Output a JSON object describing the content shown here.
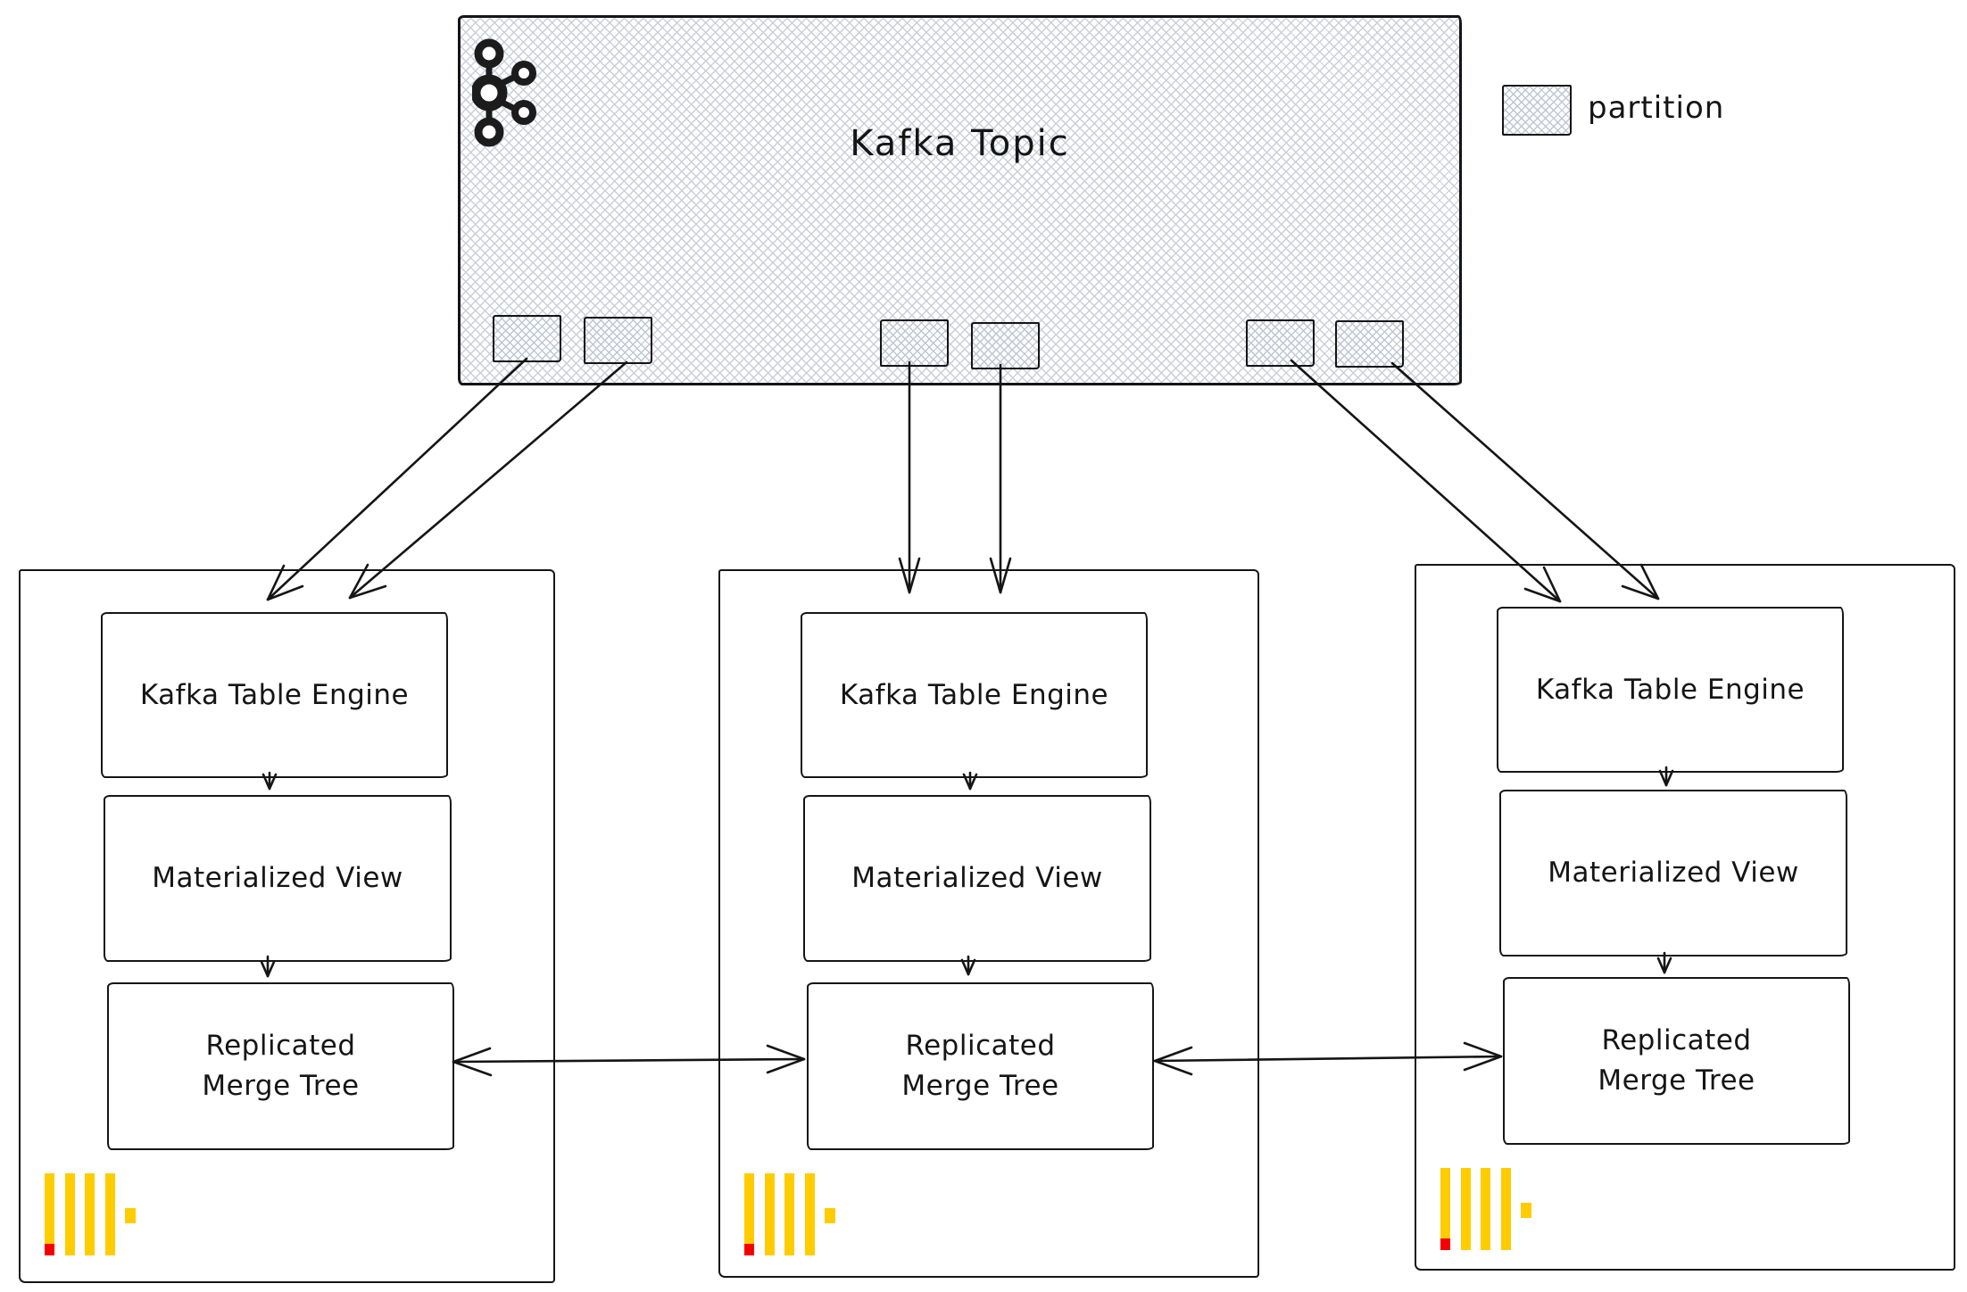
{
  "topic": {
    "title": "Kafka Topic",
    "partition_count": 6
  },
  "legend": {
    "label": "partition"
  },
  "nodes": [
    {
      "engine": "Kafka Table Engine",
      "view": "Materialized View",
      "merge_line1": "Replicated",
      "merge_line2": "Merge Tree"
    },
    {
      "engine": "Kafka Table Engine",
      "view": "Materialized View",
      "merge_line1": "Replicated",
      "merge_line2": "Merge Tree"
    },
    {
      "engine": "Kafka Table Engine",
      "view": "Materialized View",
      "merge_line1": "Replicated",
      "merge_line2": "Merge Tree"
    }
  ],
  "icons": {
    "kafka": "kafka-logo",
    "clickhouse": "clickhouse-logo",
    "partition_swatch": "crosshatch-swatch"
  },
  "colors": {
    "stroke": "#151515",
    "hatch_line": "#c8cfda",
    "clickhouse_yellow": "#ffcc00",
    "clickhouse_red": "#f50000"
  }
}
